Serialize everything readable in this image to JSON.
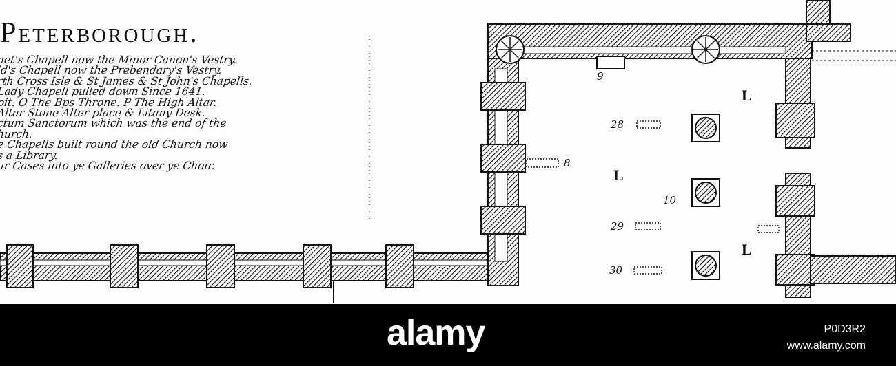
{
  "plan": {
    "title": "Peterborough.",
    "key_lines": [
      "net's Chapell now the Minor Canon's Vestry.",
      "ld's Chapell now the Prebendary's Vestry.",
      "rth Cross Isle & St James & St John's Chapells.",
      "Lady Chapell pulled down Since 1641.",
      "pit. O The Bps Throne. P The High Altar.",
      "Altar Stone Alter place & Litany Desk.",
      "ctum Sanctorum which was the end of the",
      "hurch.",
      "e Chapells built round the old Church now",
      "s a Library.",
      "ur Cases into ye Galleries over ye Choir."
    ],
    "numbers": [
      "9",
      "28",
      "8",
      "10",
      "29",
      "30"
    ],
    "room_letters": [
      "L",
      "L",
      "L"
    ]
  },
  "banner": {
    "logo": "alamy",
    "image_id": "P0D3R2",
    "site": "www.alamy.com",
    "background": "#000000",
    "text_color": "#ffffff"
  }
}
